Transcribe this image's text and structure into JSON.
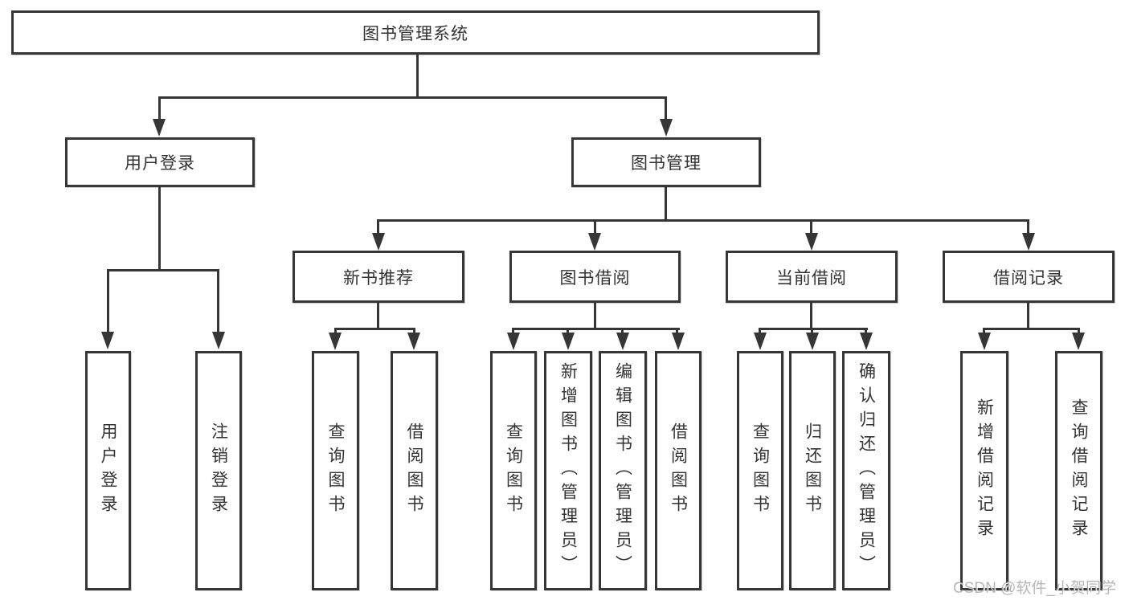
{
  "diagram": {
    "root": "图书管理系统",
    "user_login_branch": {
      "label": "用户登录",
      "children": [
        "用户登录",
        "注销登录"
      ]
    },
    "book_mgmt_branch": {
      "label": "图书管理",
      "groups": [
        {
          "label": "新书推荐",
          "children": [
            "查询图书",
            "借阅图书"
          ]
        },
        {
          "label": "图书借阅",
          "children": [
            "查询图书",
            "新增图书（管理员）",
            "编辑图书（管理员）",
            "借阅图书"
          ]
        },
        {
          "label": "当前借阅",
          "children": [
            "查询图书",
            "归还图书",
            "确认归还（管理员）"
          ]
        },
        {
          "label": "借阅记录",
          "children": [
            "新增借阅记录",
            "查询借阅记录"
          ]
        }
      ]
    }
  },
  "watermark": "CSDN @软件_小贺同学",
  "colors": {
    "line": "#363636",
    "box_border": "#363636",
    "text": "#333333",
    "background": "#ffffff",
    "watermark": "#a5a5a5"
  }
}
